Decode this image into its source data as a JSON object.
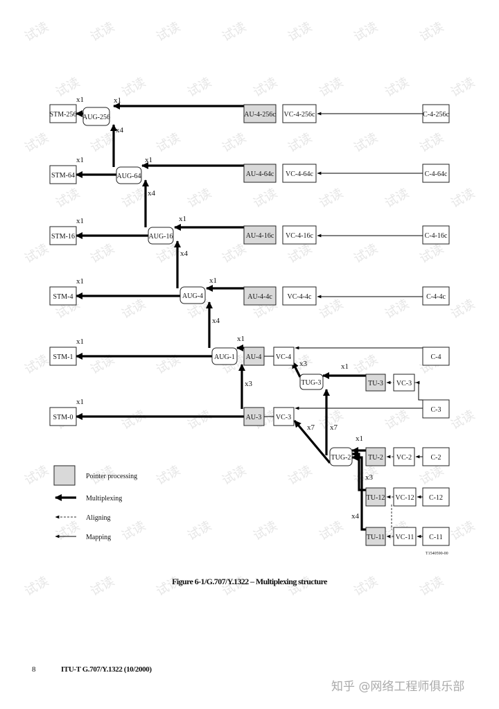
{
  "caption": "Figure 6-1/G.707/Y.1322 – Multiplexing structure",
  "page_number": "8",
  "footer_ref": "ITU-T G.707/Y.1322 (10/2000)",
  "drawing_id": "T1540590-00",
  "watermark_text": "试读",
  "brand_mark": "知乎 @网络工程师俱乐部",
  "legend": {
    "pointer": "Pointer processing",
    "multiplexing": "Multiplexing",
    "aligning": "Aligning",
    "mapping": "Mapping"
  },
  "nodes": {
    "stm256": "STM-256",
    "aug256": "AUG-256",
    "au4_256c": "AU-4-256c",
    "vc4_256c": "VC-4-256c",
    "c4_256c": "C-4-256c",
    "stm64": "STM-64",
    "aug64": "AUG-64",
    "au4_64c": "AU-4-64c",
    "vc4_64c": "VC-4-64c",
    "c4_64c": "C-4-64c",
    "stm16": "STM-16",
    "aug16": "AUG-16",
    "au4_16c": "AU-4-16c",
    "vc4_16c": "VC-4-16c",
    "c4_16c": "C-4-16c",
    "stm4": "STM-4",
    "aug4": "AUG-4",
    "au4_4c": "AU-4-4c",
    "vc4_4c": "VC-4-4c",
    "c4_4c": "C-4-4c",
    "stm1": "STM-1",
    "aug1": "AUG-1",
    "au4": "AU-4",
    "vc4": "VC-4",
    "c4": "C-4",
    "tug3": "TUG-3",
    "tu3": "TU-3",
    "vc3a": "VC-3",
    "c3": "C-3",
    "stm0": "STM-0",
    "au3": "AU-3",
    "vc3b": "VC-3",
    "tug2": "TUG-2",
    "tu2": "TU-2",
    "vc2": "VC-2",
    "c2": "C-2",
    "tu12": "TU-12",
    "vc12": "VC-12",
    "c12": "C-12",
    "tu11": "TU-11",
    "vc11": "VC-11",
    "c11": "C-11"
  },
  "multipliers": {
    "m1": "x1",
    "m2": "x1",
    "m3": "x4",
    "m4": "x1",
    "m5": "x1",
    "m6": "x4",
    "m7": "x1",
    "m8": "x1",
    "m9": "x4",
    "m10": "x1",
    "m11": "x1",
    "m12": "x4",
    "m13": "x1",
    "m14": "x1",
    "m15": "x3",
    "m16": "x3",
    "m17": "x1",
    "m18": "x1",
    "m19": "x7",
    "m20": "x7",
    "m21": "x1",
    "m22": "x3",
    "m23": "x4"
  }
}
